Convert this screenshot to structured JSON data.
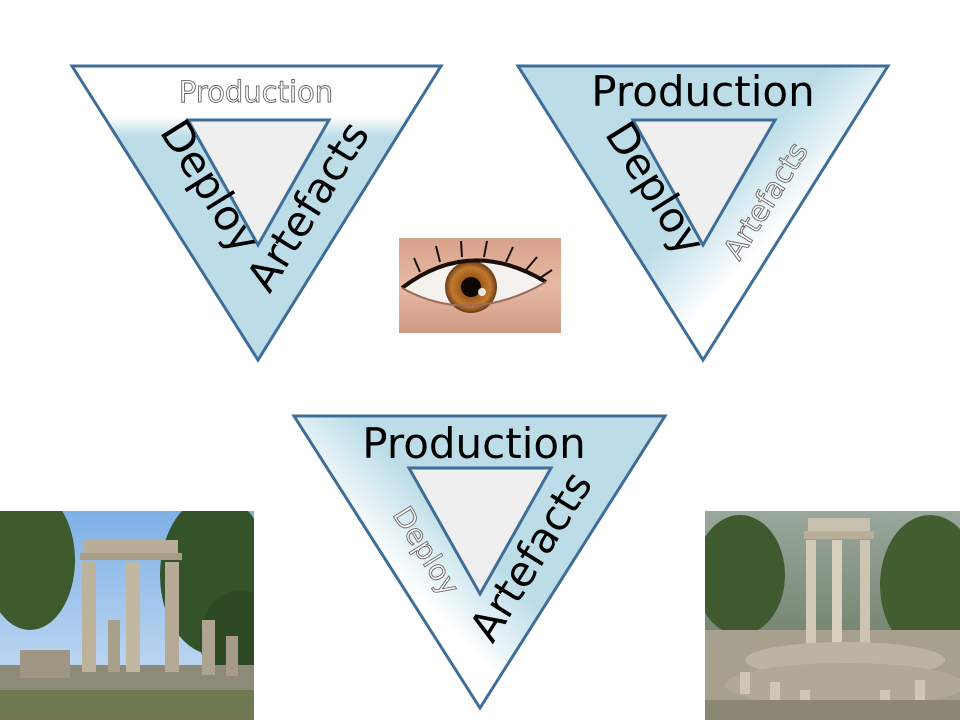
{
  "colors": {
    "triangle_fill": "#bcdde8",
    "triangle_stroke": "#3e6e98",
    "inner_fill": "#efefef",
    "inner_stroke": "#3e6e98"
  },
  "triangles": [
    {
      "production": {
        "text": "Production",
        "style": "outline"
      },
      "deploy": {
        "text": "Deploy",
        "style": "solid"
      },
      "artefacts": {
        "text": "Artefacts",
        "style": "solid"
      }
    },
    {
      "production": {
        "text": "Production",
        "style": "solid"
      },
      "deploy": {
        "text": "Deploy",
        "style": "solid"
      },
      "artefacts": {
        "text": "Artefacts",
        "style": "outline"
      }
    },
    {
      "production": {
        "text": "Production",
        "style": "solid"
      },
      "deploy": {
        "text": "Deploy",
        "style": "outline"
      },
      "artefacts": {
        "text": "Artefacts",
        "style": "solid"
      }
    }
  ],
  "images": {
    "eye": "eye-photo",
    "left_ruins": "temple-ruins-photo-left",
    "right_ruins": "temple-ruins-photo-right"
  }
}
